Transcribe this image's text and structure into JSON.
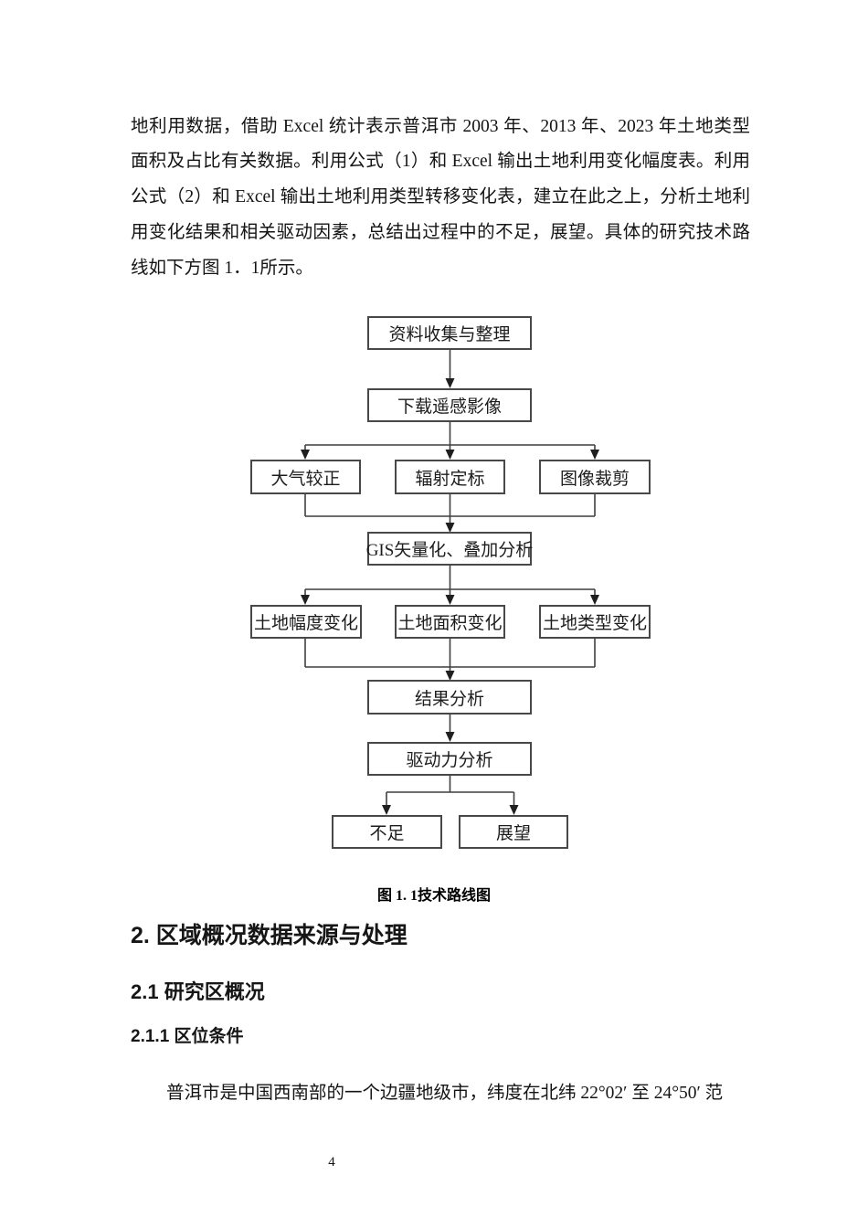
{
  "page": {
    "number": "4"
  },
  "paragraphs": {
    "intro": "地利用数据，借助 Excel 统计表示普洱市 2003 年、2013 年、2023 年土地类型面积及占比有关数据。利用公式（1）和 Excel 输出土地利用变化幅度表。利用公式（2）和 Excel 输出土地利用类型转移变化表，建立在此之上，分析土地利用变化结果和相关驱动因素，总结出过程中的不足，展望。具体的研究技术路线如下方图 1．1所示。",
    "location": "普洱市是中国西南部的一个边疆地级市，纬度在北纬 22°02′ 至 24°50′ 范"
  },
  "figure": {
    "caption": "图 1. 1技术路线图",
    "nodes": {
      "collect": "资料收集与整理",
      "download": "下载遥感影像",
      "atmospheric": "大气较正",
      "radiometric": "辐射定标",
      "clip": "图像裁剪",
      "gis": "GIS矢量化、叠加分析",
      "magnitude": "土地幅度变化",
      "area": "土地面积变化",
      "type": "土地类型变化",
      "result": "结果分析",
      "driver": "驱动力分析",
      "shortcoming": "不足",
      "outlook": "展望"
    }
  },
  "headings": {
    "section": "2. 区域概况数据来源与处理",
    "subsection": "2.1 研究区概况",
    "subsubsection": "2.1.1 区位条件"
  }
}
